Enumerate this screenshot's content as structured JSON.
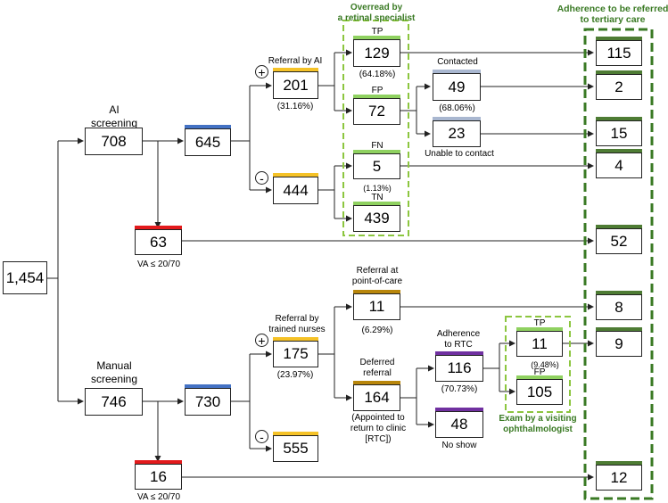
{
  "colors": {
    "blue": "#4472c4",
    "yellow": "#f5c227",
    "red": "#e31a1c",
    "green_light": "#8fd160",
    "grey_blue": "#a9b7d0",
    "dark_green": "#4e7c34",
    "purple": "#7030a0",
    "brown": "#b8860b",
    "dashed_light": "#8cc63f",
    "dashed_dark": "#3a7a24"
  },
  "boxes": {
    "total": "1,454",
    "ai": "708",
    "ai_645": "645",
    "ai_63": "63",
    "ai_pos": "201",
    "ai_neg": "444",
    "tp": "129",
    "fp": "72",
    "fn": "5",
    "tn": "439",
    "contacted": "49",
    "unable": "23",
    "man": "746",
    "man_730": "730",
    "man_16": "16",
    "man_pos": "175",
    "man_neg": "555",
    "poc": "11",
    "deferred": "164",
    "adherence": "116",
    "noshow": "48",
    "visit_tp": "11",
    "visit_fp": "105",
    "t1": "115",
    "t2": "2",
    "t3": "15",
    "t4": "4",
    "t5": "52",
    "t6": "8",
    "t7": "9",
    "t8": "12"
  },
  "labels": {
    "ai_screening": "AI\nscreening",
    "manual_screening": "Manual\nscreening",
    "va1": "VA ≤ 20/70",
    "va2": "VA ≤ 20/70",
    "referral_ai": "Referral by AI",
    "ai_pct": "(31.16%)",
    "tp": "TP",
    "tp_pct": "(64.18%)",
    "fp": "FP",
    "fn": "FN",
    "fn_pct": "(1.13%)",
    "tn": "TN",
    "contacted": "Contacted",
    "contacted_pct": "(68.06%)",
    "unable": "Unable to contact",
    "overread": "Overread by\na retinal specialist",
    "adherence_title": "Adherence to be referred\nto tertiary care",
    "referral_nurses": "Referral by\ntrained nurses",
    "nurse_pct": "(23.97%)",
    "poc": "Referral at\npoint-of-care",
    "poc_pct": "(6.29%)",
    "deferred": "Deferred\nreferral",
    "appointed": "(Appointed to\nreturn to clinic\n[RTC])",
    "adh_rtc": "Adherence\nto RTC",
    "adh_pct": "(70.73%)",
    "noshow": "No show",
    "v_tp": "TP",
    "v_pct": "(9.48%)",
    "v_fp": "FP",
    "exam": "Exam by a visiting\nophthalmologist",
    "plus1": "+",
    "minus1": "-",
    "plus2": "+",
    "minus2": "-"
  }
}
